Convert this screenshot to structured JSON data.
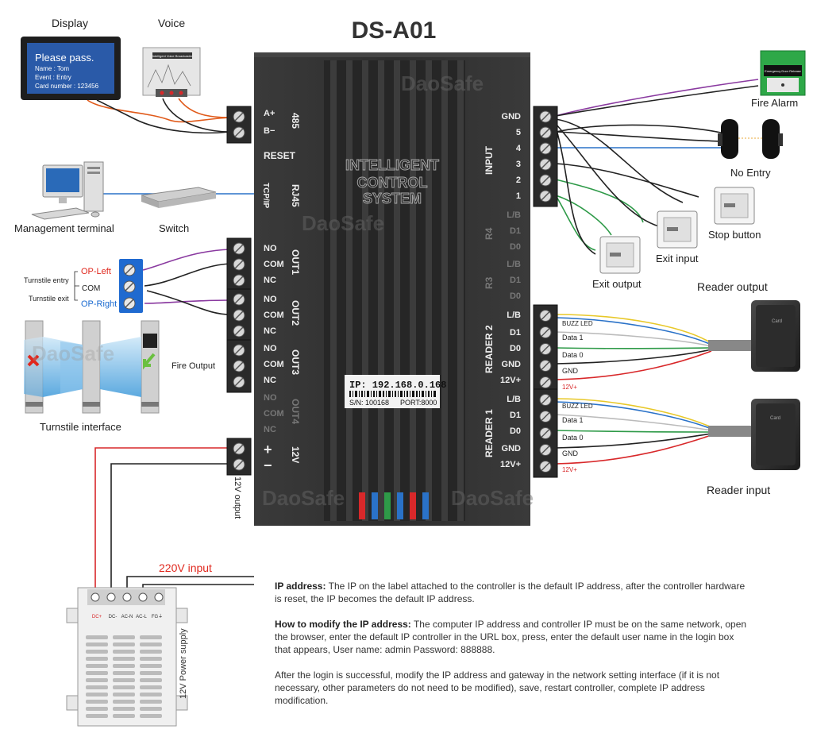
{
  "title": "DS-A01",
  "labels": {
    "display": "Display",
    "voice": "Voice",
    "management_terminal": "Management terminal",
    "switch": "Switch",
    "turnstile_interface": "Turnstile interface",
    "turnstile_entry": "Turnstile entry",
    "turnstile_exit": "Turnstile exit",
    "op_left": "OP-Left",
    "com": "COM",
    "op_right": "OP-Right",
    "fire_output": "Fire Output",
    "twelve_v_output": "12V output",
    "input_220v": "220V input",
    "fire_alarm": "Fire Alarm",
    "no_entry": "No Entry",
    "stop_button": "Stop button",
    "exit_input": "Exit input",
    "exit_output": "Exit output",
    "reader_output": "Reader output",
    "reader_input": "Reader input",
    "power_supply": "12V Power supply"
  },
  "display_screen": {
    "line1": "Please pass.",
    "line2": "Name : Tom",
    "line3": "Event : Entry",
    "line4": "Card number : 123456"
  },
  "voice_label": "Intelligent Voice Broadcaster",
  "controller": {
    "system_text": [
      "INTELLIGENT",
      "CONTROL",
      "SYSTEM"
    ],
    "ip_label": "IP: 192.168.0.168",
    "sn_label": "S/N: 100168",
    "port_label": "PORT:8000",
    "watermark": "DaoSafe",
    "left_pins": {
      "a_plus": "A+",
      "b_minus": "B−",
      "port_485": "485",
      "reset": "RESET",
      "tcp_ip": "TCP/IP",
      "rj45": "RJ45",
      "no": "NO",
      "com": "COM",
      "nc": "NC",
      "out1": "OUT1",
      "out2": "OUT2",
      "out3": "OUT3",
      "out4": "OUT4",
      "plus": "+",
      "minus": "−",
      "twelve_v": "12V"
    },
    "input_title": "INPUT",
    "input_pins": [
      "GND",
      "5",
      "4",
      "3",
      "2",
      "1"
    ],
    "r4": "R4",
    "r3": "R3",
    "r_pins_dim": [
      "L/B",
      "D1",
      "D0"
    ],
    "reader2": "READER 2",
    "reader1": "READER 1",
    "reader_pins": [
      "L/B",
      "D1",
      "D0",
      "GND",
      "12V+"
    ]
  },
  "wire_labels": {
    "buzz_led": "BUZZ  LED",
    "data1": "Data 1",
    "data0": "Data 0",
    "gnd": "GND",
    "v12": "12V+"
  },
  "power_supply": {
    "terminals": [
      "DC+",
      "DC-",
      "AC-N",
      "AC-L",
      "FG⏚"
    ]
  },
  "reader_card": "Card",
  "emergency_label": "Emergency Door Release",
  "notes": {
    "ip_title": "IP address:",
    "ip_text": "The IP on the label attached to the controller is the default IP address, after the controller hardware is reset, the IP becomes the default IP address.",
    "modify_title": "How to modify the IP address:",
    "modify_text": "The computer IP address and controller IP must be on the same network, open the browser, enter the default IP controller in the URL box, press, enter the default user name in the login box that appears, User name: admin Password: 888888.",
    "after_text": "After the login is successful, modify the IP address and gateway in the network setting interface (if it is not necessary, other parameters do not need to be modified), save, restart controller, complete IP address modification."
  },
  "colors": {
    "controller_body": "#2b2b2b",
    "terminal_block": "#2a2a2a",
    "wire_orange": "#e05a1a",
    "wire_purple": "#8a3aa0",
    "wire_blue": "#2a72c8",
    "wire_green": "#2e9a48",
    "wire_red": "#d8282a",
    "wire_yellow": "#e8c828",
    "wire_black": "#222222",
    "label_red": "#e0281e",
    "label_blue": "#1a6ad0",
    "display_bg": "#2a5aa8"
  }
}
